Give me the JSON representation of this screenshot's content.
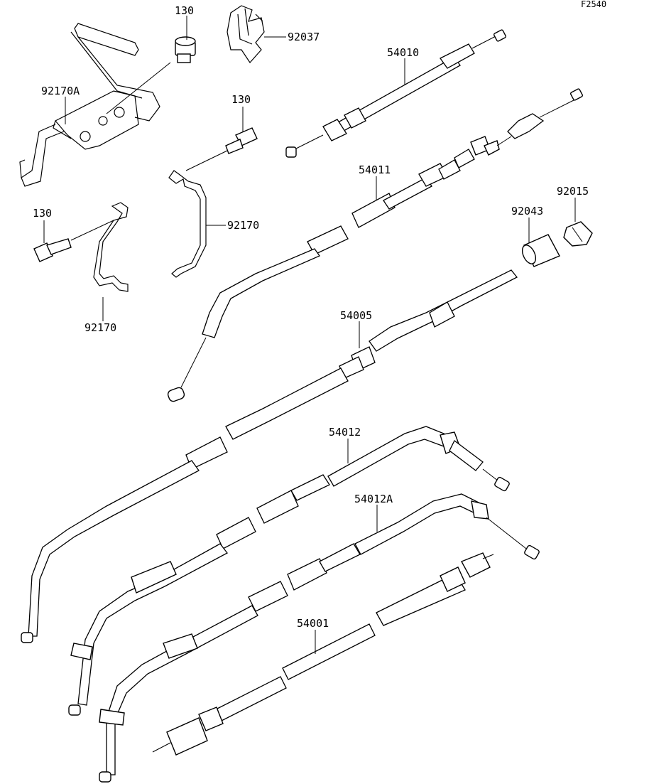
{
  "diagram": {
    "figure_code": "F2540",
    "callouts": [
      {
        "id": "bolt-130-top",
        "text": "130"
      },
      {
        "id": "clamp-92037",
        "text": "92037"
      },
      {
        "id": "cable-54010",
        "text": "54010"
      },
      {
        "id": "bracket-92170A",
        "text": "92170A"
      },
      {
        "id": "bolt-130-mid",
        "text": "130"
      },
      {
        "id": "cable-54011",
        "text": "54011"
      },
      {
        "id": "nut-92015",
        "text": "92015"
      },
      {
        "id": "bolt-130-left",
        "text": "130"
      },
      {
        "id": "collar-92043",
        "text": "92043"
      },
      {
        "id": "clamp-92170-mid",
        "text": "92170"
      },
      {
        "id": "clamp-92170-left",
        "text": "92170"
      },
      {
        "id": "cable-54005",
        "text": "54005"
      },
      {
        "id": "cable-54012",
        "text": "54012"
      },
      {
        "id": "cable-54012A",
        "text": "54012A"
      },
      {
        "id": "cable-54001",
        "text": "54001"
      }
    ]
  }
}
